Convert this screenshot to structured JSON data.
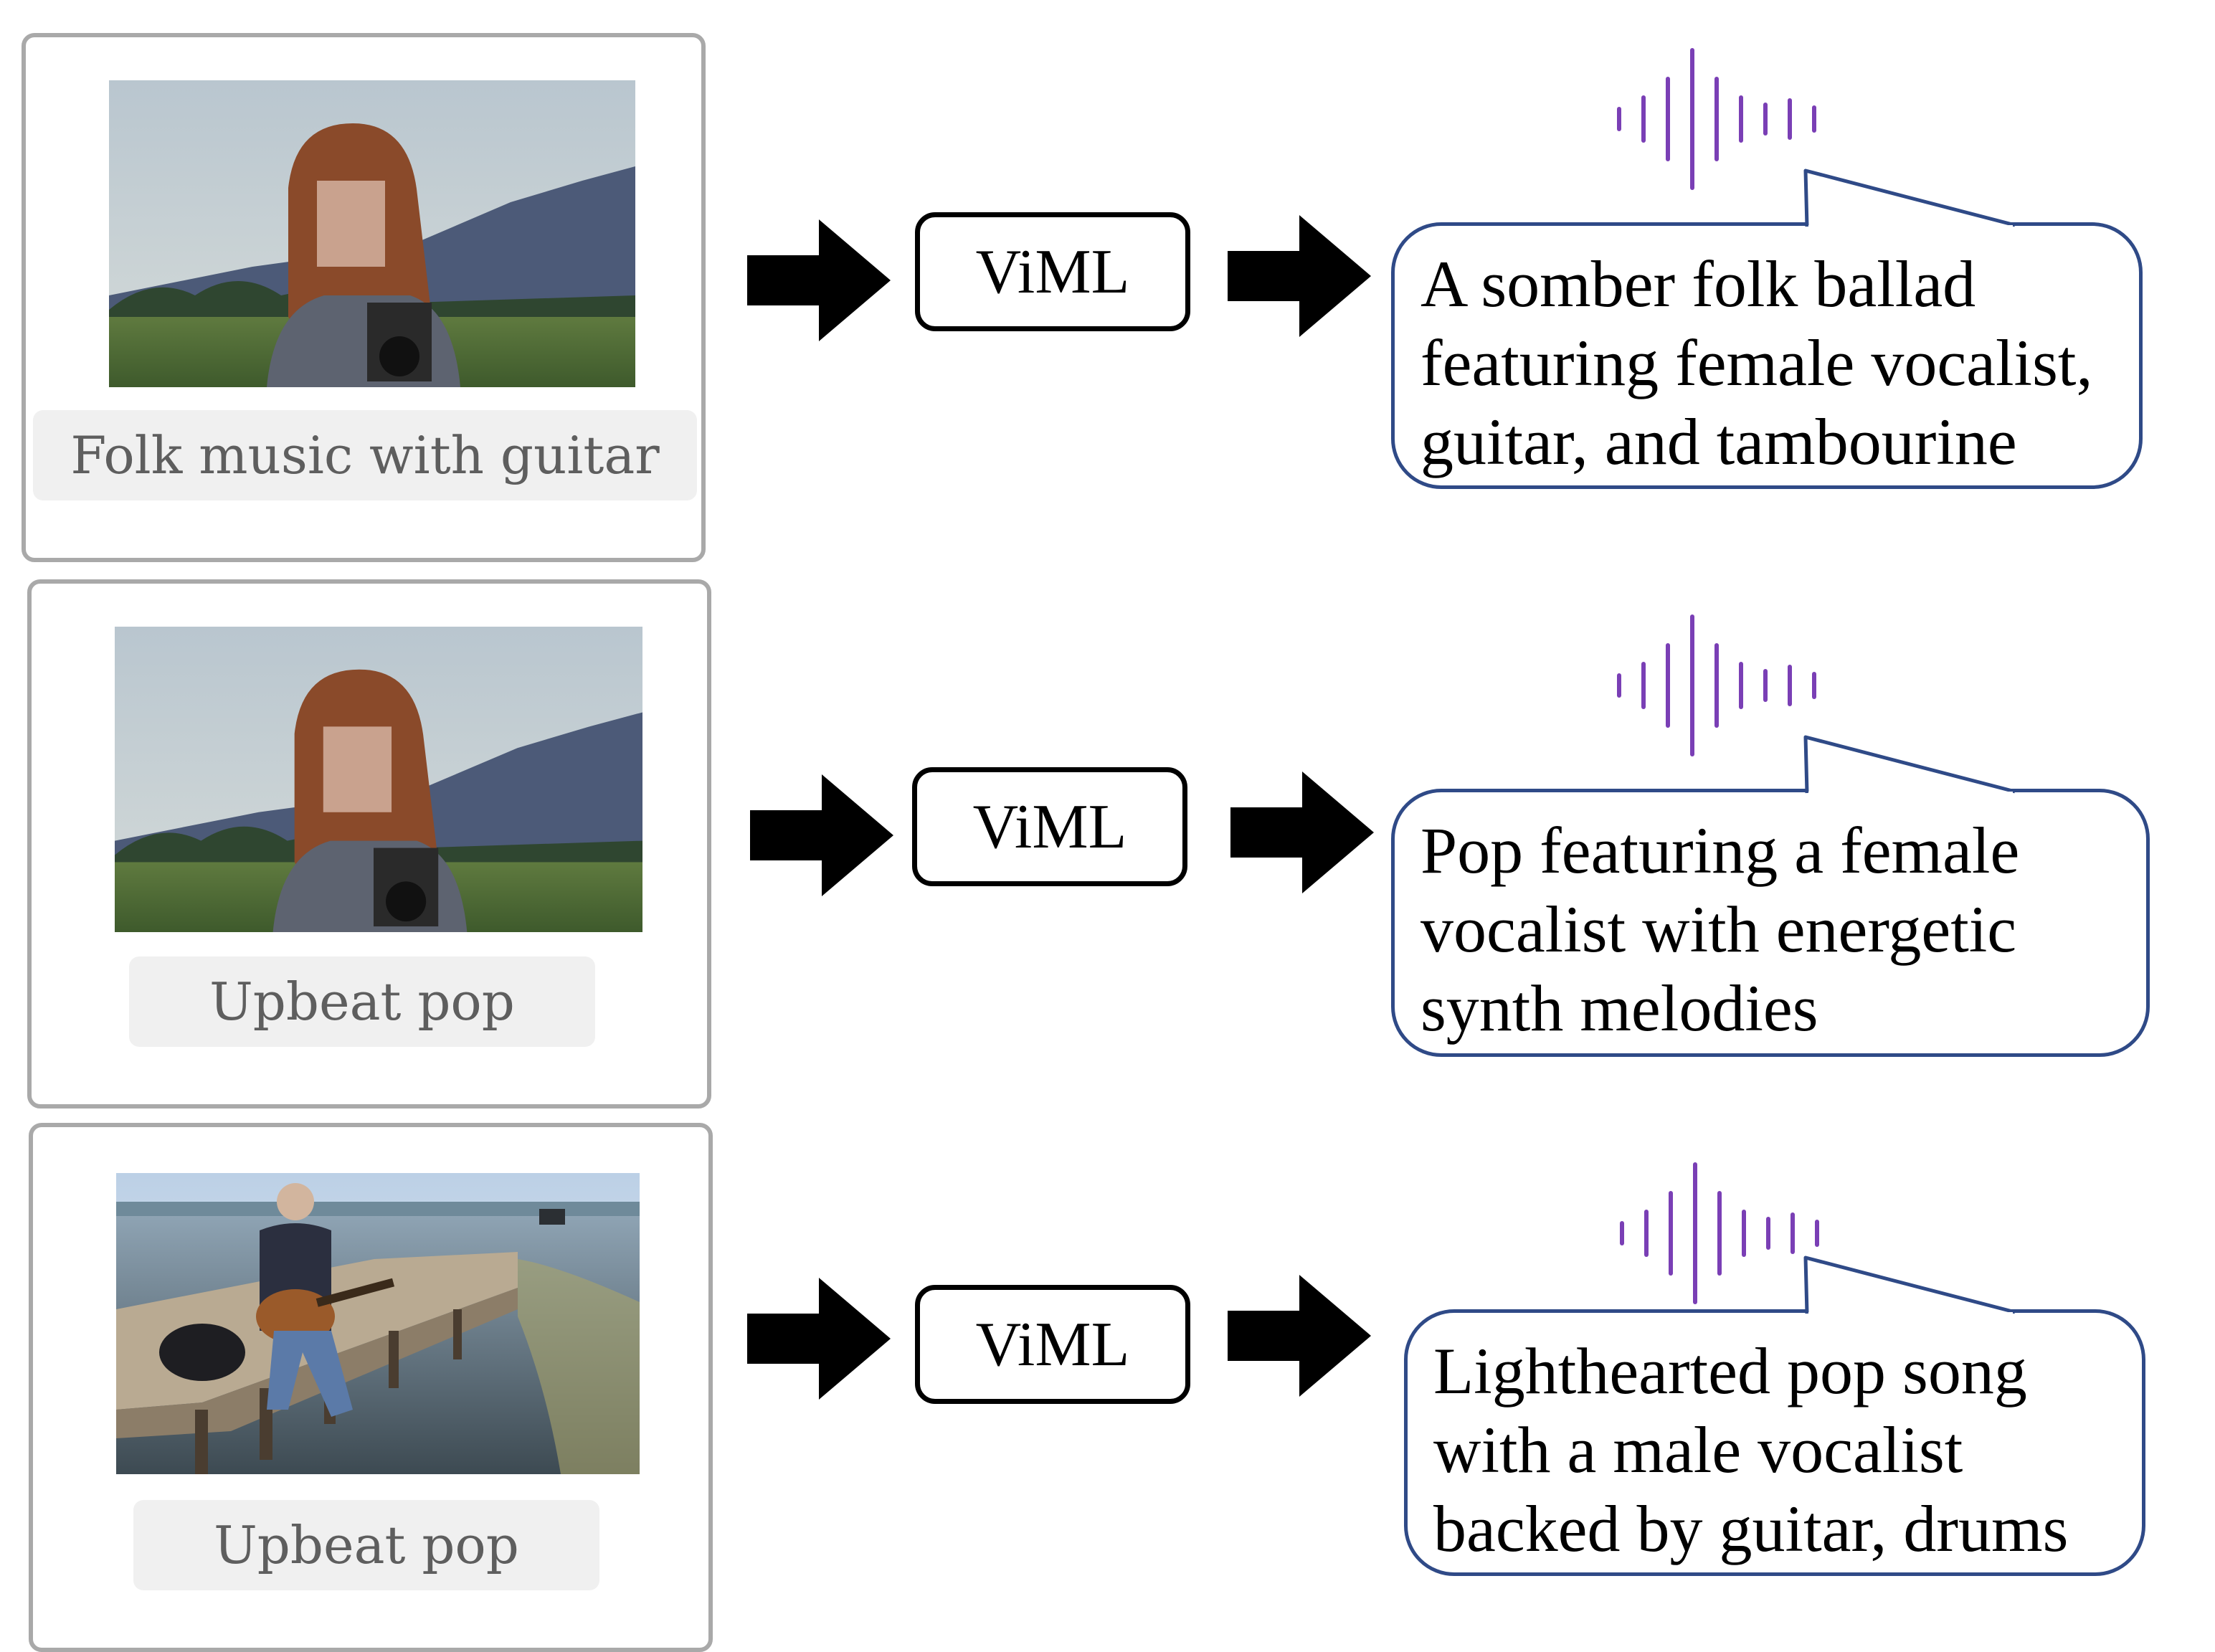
{
  "model_label": "ViML",
  "colors": {
    "waveform": "#7a3fb5",
    "bubble_border": "#2f4a87",
    "card_border": "#a9a9a9",
    "prompt_bg": "#f0f0f0"
  },
  "rows": [
    {
      "prompt": "Folk music with guitar",
      "caption_lines": [
        "A somber folk ballad",
        "featuring female vocalist,",
        "guitar, and tambourine"
      ]
    },
    {
      "prompt": "Upbeat pop",
      "caption_lines": [
        "Pop featuring a female",
        "vocalist with energetic",
        "synth melodies"
      ]
    },
    {
      "prompt": "Upbeat pop",
      "caption_lines": [
        "Lighthearted pop song",
        "with a male vocalist",
        "backed by guitar, drums"
      ]
    }
  ]
}
